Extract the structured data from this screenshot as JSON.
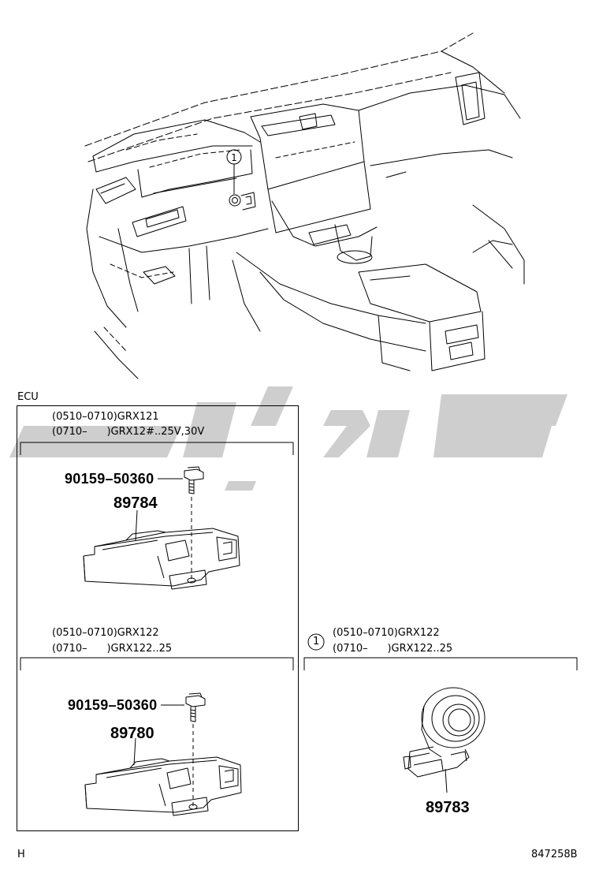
{
  "callout_numbers": {
    "dash_marker": "1",
    "right_panel_marker": "1"
  },
  "ecu_label": "ECU",
  "panel_top": {
    "line1": "(0510–0710)GRX121",
    "line2": "(0710–      )GRX12#..25V,30V",
    "bolt_part": "90159–50360",
    "ecu_part": "89784"
  },
  "panel_bottom": {
    "line1": "(0510–0710)GRX122",
    "line2": "(0710–      )GRX122..25",
    "bolt_part": "90159–50360",
    "ecu_part": "89780"
  },
  "panel_right": {
    "line1": "(0510–0710)GRX122",
    "line2": "(0710–      )GRX122..25",
    "part": "89783"
  },
  "footer": {
    "left_code": "H",
    "drawing_number": "847258B"
  },
  "colors": {
    "line": "#000000",
    "watermark": "#c9c9c9",
    "background": "#ffffff"
  }
}
